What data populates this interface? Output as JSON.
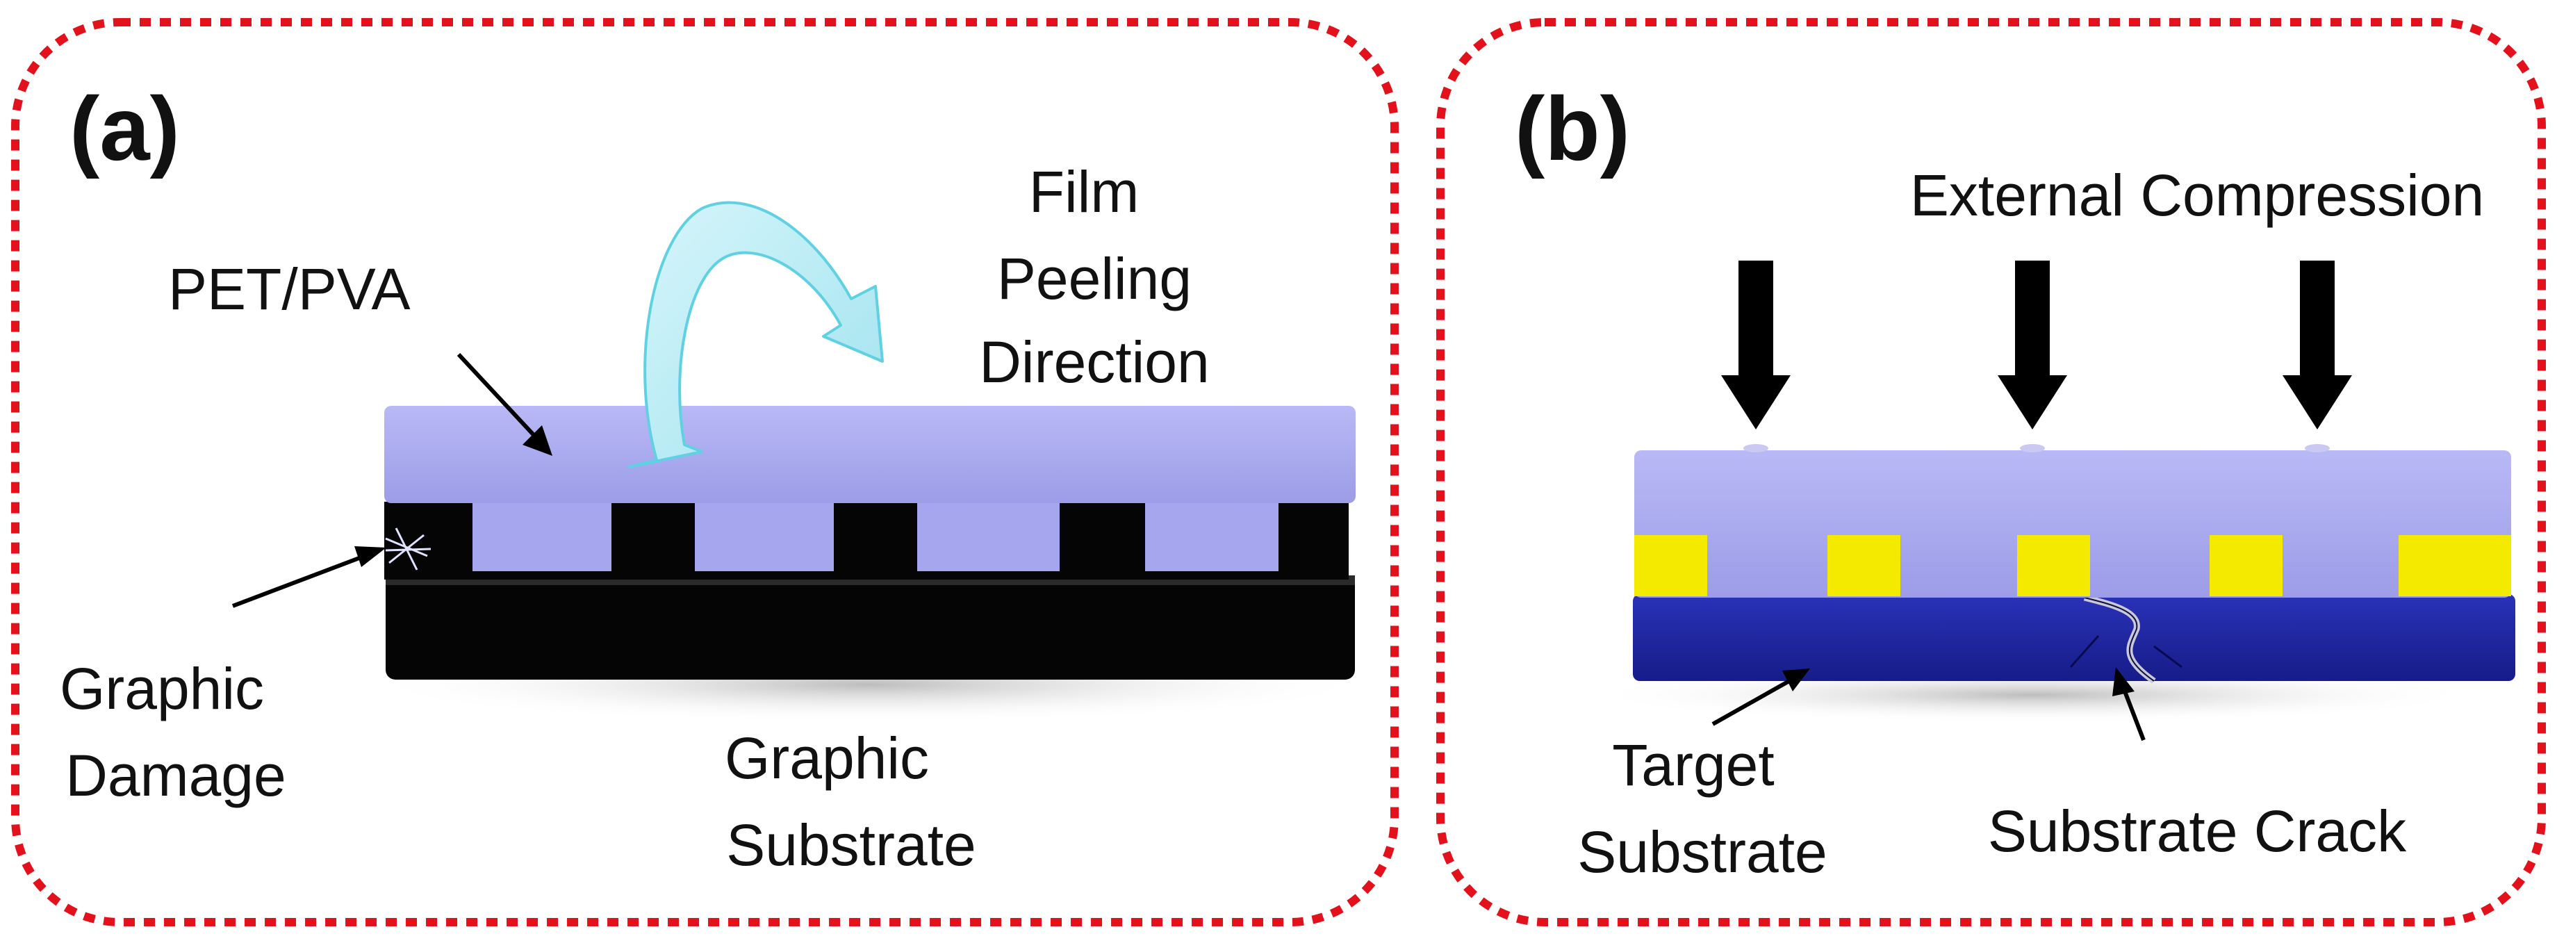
{
  "colors": {
    "frame": "#e3111b",
    "pet_pva": "#a8a8ef",
    "graphic": "#050505",
    "gold": "#f4ea00",
    "target": "#1d24a0",
    "peel_arrow": "#b9ecf4",
    "arrow": "#000000"
  },
  "panel_a": {
    "tag": "(a)",
    "film_label": "PET/PVA",
    "peel_label": [
      "Film",
      "Peeling",
      "Direction"
    ],
    "damage_label": [
      "Graphic",
      "Damage"
    ],
    "substrate_label": [
      "Graphic",
      "Substrate"
    ]
  },
  "panel_b": {
    "tag": "(b)",
    "compression_label": "External Compression",
    "target_label": [
      "Target",
      "Substrate"
    ],
    "crack_label": "Substrate Crack"
  }
}
